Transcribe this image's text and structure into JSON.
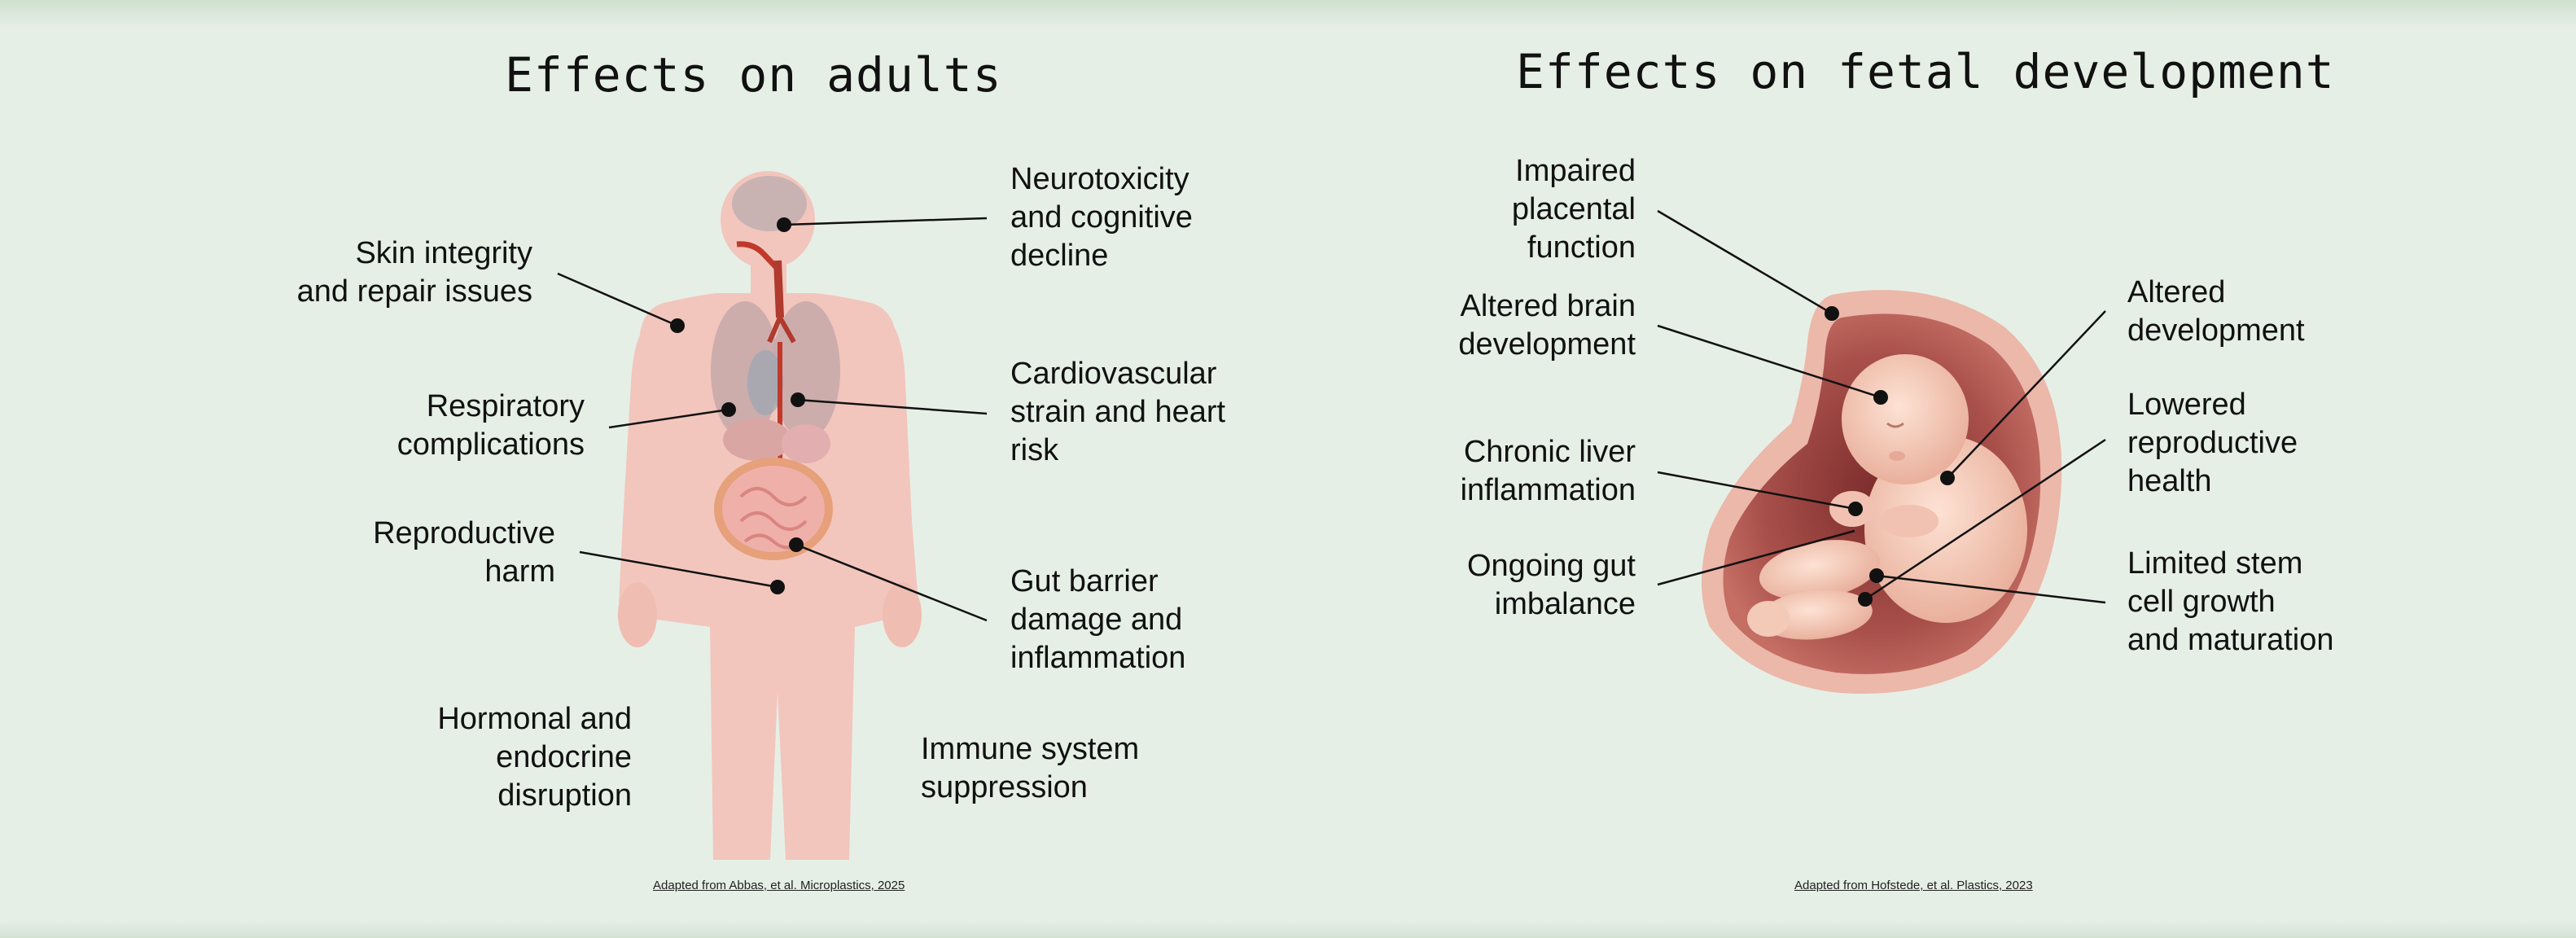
{
  "adults": {
    "title": "Effects on adults",
    "labels": {
      "skin": [
        "Skin integrity",
        "and repair issues"
      ],
      "respiratory": [
        "Respiratory",
        "complications"
      ],
      "reproductive": [
        "Reproductive",
        "harm"
      ],
      "hormonal": [
        "Hormonal and",
        "endocrine",
        "disruption"
      ],
      "neuro": [
        "Neurotoxicity",
        "and cognitive",
        "decline"
      ],
      "cardio": [
        "Cardiovascular",
        "strain and heart",
        "risk"
      ],
      "gut": [
        "Gut barrier",
        "damage and",
        "inflammation"
      ],
      "immune": [
        "Immune system",
        "suppression"
      ]
    },
    "credit": "Adapted from Abbas, et al. Microplastics, 2025"
  },
  "fetal": {
    "title": "Effects on fetal development",
    "labels": {
      "placental": [
        "Impaired",
        "placental",
        "function"
      ],
      "brain": [
        "Altered brain",
        "development"
      ],
      "liver": [
        "Chronic liver",
        "inflammation"
      ],
      "gut": [
        "Ongoing gut",
        "imbalance"
      ],
      "development": [
        "Altered",
        "development"
      ],
      "reproductive": [
        "Lowered",
        "reproductive",
        "health"
      ],
      "stem": [
        "Limited stem",
        "cell growth",
        "and maturation"
      ]
    },
    "credit": "Adapted from Hofstede, et al. Plastics, 2023"
  },
  "colors": {
    "background": "#e6efe6",
    "body": "#f2c6bd",
    "organs": "#c9a8a8",
    "vessels": "#c0392b",
    "womb_outer": "#e9b3a6",
    "womb_inner": "#b85e58",
    "fetus": "#f3c9b8",
    "leader": "#111111"
  }
}
